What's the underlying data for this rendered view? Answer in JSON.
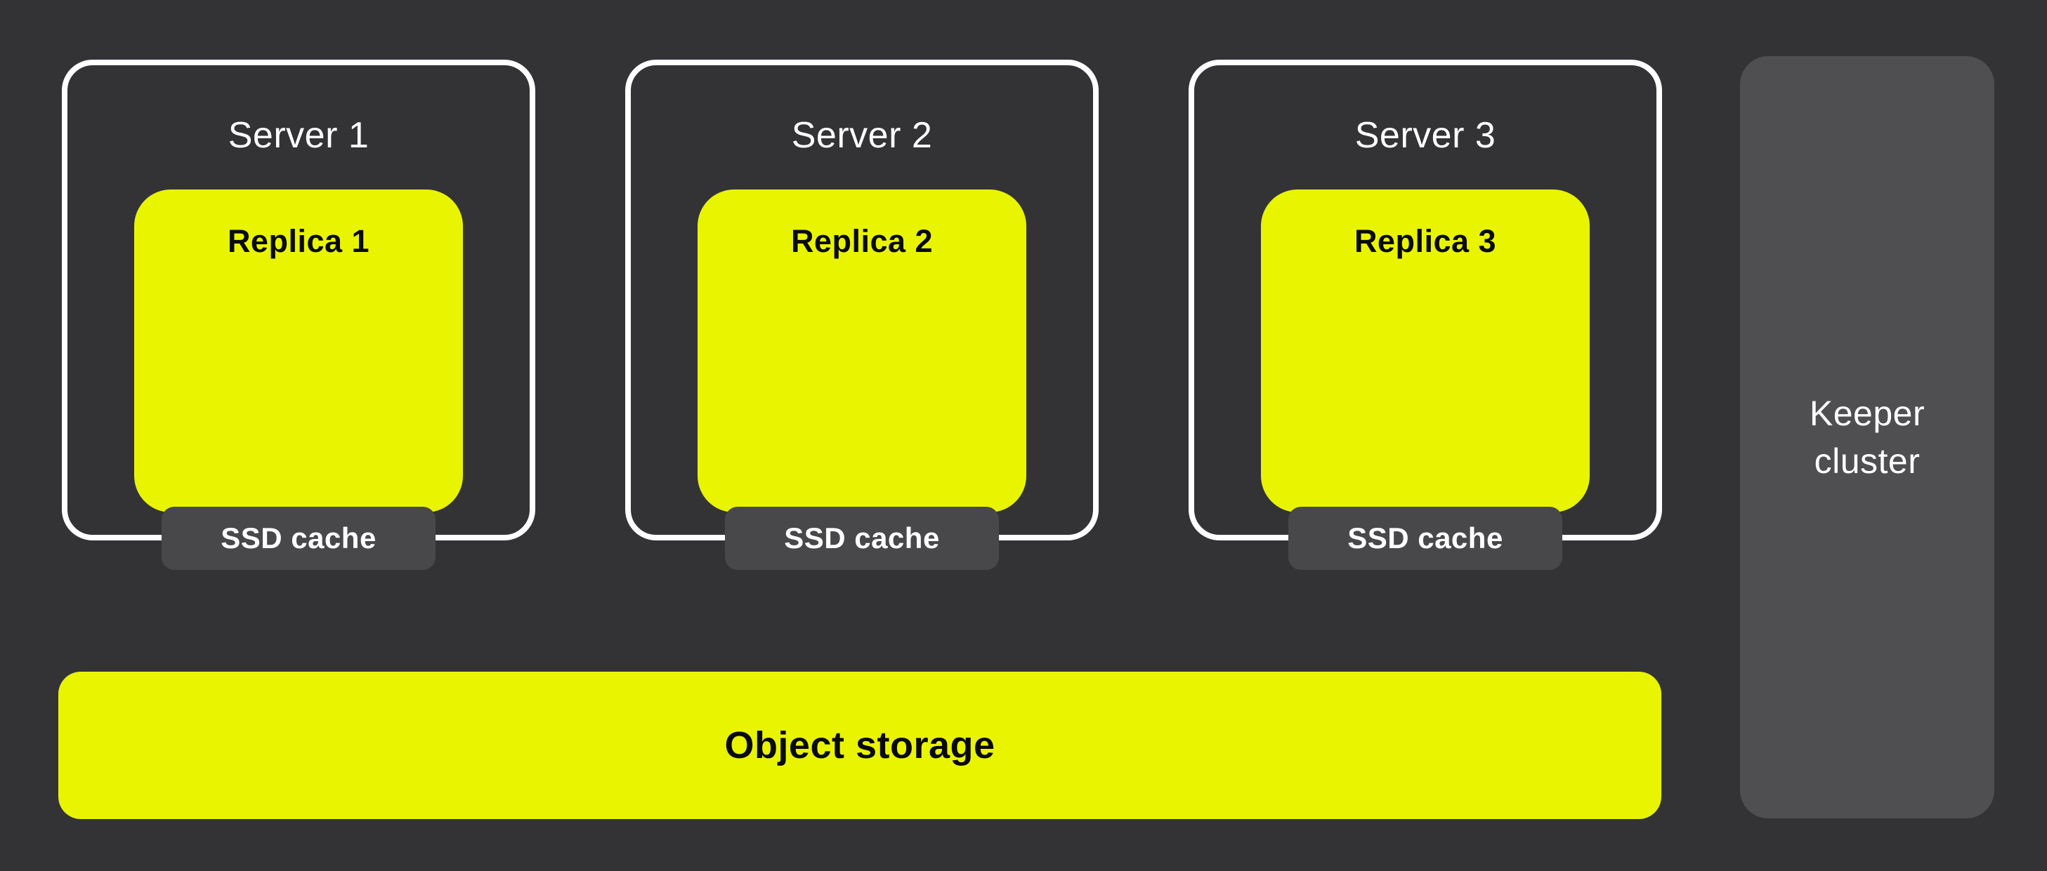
{
  "diagram": {
    "type": "architecture-diagram",
    "colors": {
      "background": "#333336",
      "accent_yellow": "#E9F500",
      "server_border_white": "#FFFFFF",
      "ssd_badge_gray": "#48484B",
      "keeper_gray": "#4F4F52",
      "text_white": "#FFFFFF",
      "text_black": "#0A0A0A"
    }
  },
  "servers": [
    {
      "title": "Server 1",
      "replica_label": "Replica 1",
      "ssd_label": "SSD cache"
    },
    {
      "title": "Server 2",
      "replica_label": "Replica 2",
      "ssd_label": "SSD cache"
    },
    {
      "title": "Server 3",
      "replica_label": "Replica 3",
      "ssd_label": "SSD cache"
    }
  ],
  "object_storage": {
    "label": "Object storage"
  },
  "keeper_cluster": {
    "label": "Keeper cluster",
    "lines": [
      "Keeper",
      "cluster"
    ]
  }
}
